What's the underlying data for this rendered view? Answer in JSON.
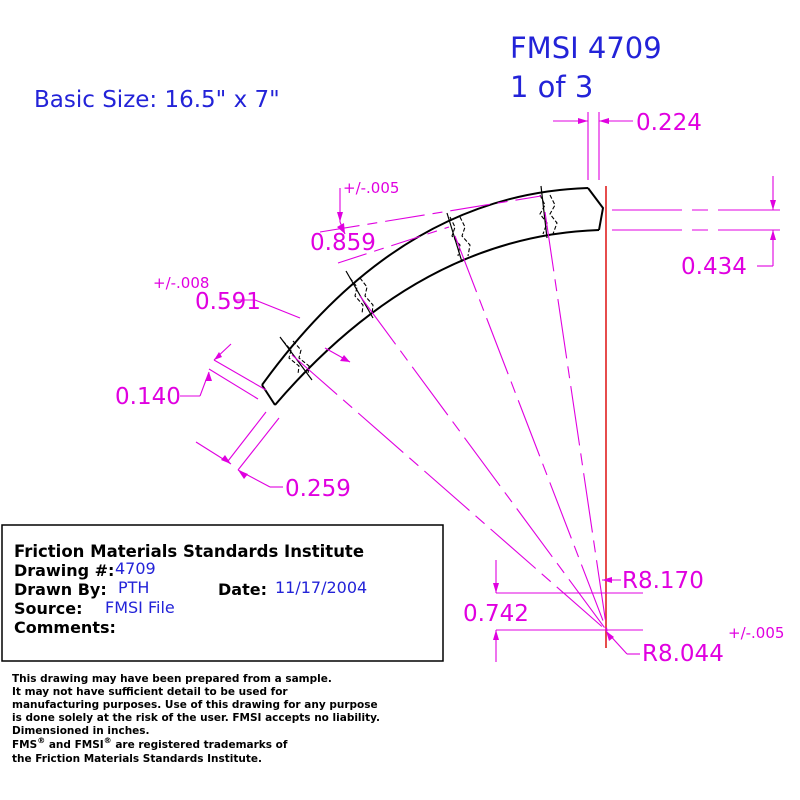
{
  "header": {
    "basic_size": "Basic Size: 16.5\" x 7\"",
    "drawing_title": "FMSI 4709",
    "sheet": "1 of 3"
  },
  "dimensions": {
    "width_top": "0.224",
    "tol_005_top": "+/-.005",
    "d_0859": "0.859",
    "d_0434": "0.434",
    "tol_008": "+/-.008",
    "d_0591": "0.591",
    "d_0140": "0.140",
    "d_0259": "0.259",
    "r_8170": "R8.170",
    "d_0742": "0.742",
    "r_8044": "R8.044",
    "tol_005_r": "+/-.005"
  },
  "title_block": {
    "institute": "Friction Materials Standards Institute",
    "drawing_label": "Drawing #:",
    "drawing_value": "4709",
    "drawn_label": "Drawn By:",
    "drawn_value": "PTH",
    "date_label": "Date:",
    "date_value": "11/17/2004",
    "source_label": "Source:",
    "source_value": "FMSI File",
    "comments_label": "Comments:"
  },
  "disclaimer": [
    "This drawing may have been prepared from a sample.",
    "It may not have sufficient detail to be used for",
    "manufacturing purposes.  Use of this drawing for any purpose",
    "is done solely at the risk of the user. FMSI accepts no liability.",
    "Dimensioned in inches.",
    "FMS",
    "®",
    " and FMSI",
    "®",
    " are registered trademarks of",
    "the Friction Materials Standards Institute."
  ],
  "colors": {
    "blue_text": "#2323d8",
    "magenta": "#e000e0",
    "red_line": "#e02020",
    "black": "#000000"
  }
}
